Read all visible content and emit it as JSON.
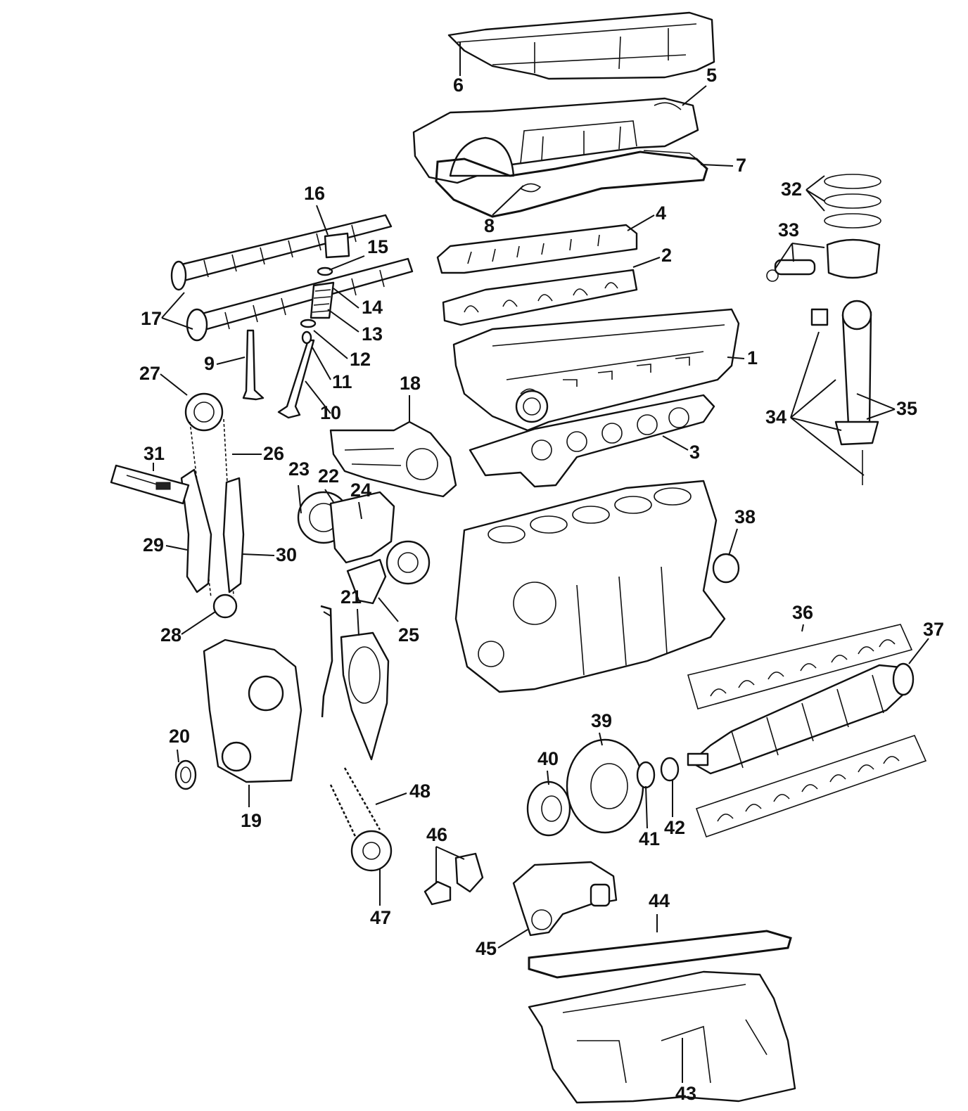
{
  "diagram": {
    "callouts": [
      {
        "n": 1,
        "label": "1"
      },
      {
        "n": 2,
        "label": "2"
      },
      {
        "n": 3,
        "label": "3"
      },
      {
        "n": 4,
        "label": "4"
      },
      {
        "n": 5,
        "label": "5"
      },
      {
        "n": 6,
        "label": "6"
      },
      {
        "n": 7,
        "label": "7"
      },
      {
        "n": 8,
        "label": "8"
      },
      {
        "n": 9,
        "label": "9"
      },
      {
        "n": 10,
        "label": "10"
      },
      {
        "n": 11,
        "label": "11"
      },
      {
        "n": 12,
        "label": "12"
      },
      {
        "n": 13,
        "label": "13"
      },
      {
        "n": 14,
        "label": "14"
      },
      {
        "n": 15,
        "label": "15"
      },
      {
        "n": 16,
        "label": "16"
      },
      {
        "n": 17,
        "label": "17"
      },
      {
        "n": 18,
        "label": "18"
      },
      {
        "n": 19,
        "label": "19"
      },
      {
        "n": 20,
        "label": "20"
      },
      {
        "n": 21,
        "label": "21"
      },
      {
        "n": 22,
        "label": "22"
      },
      {
        "n": 23,
        "label": "23"
      },
      {
        "n": 24,
        "label": "24"
      },
      {
        "n": 25,
        "label": "25"
      },
      {
        "n": 26,
        "label": "26"
      },
      {
        "n": 27,
        "label": "27"
      },
      {
        "n": 28,
        "label": "28"
      },
      {
        "n": 29,
        "label": "29"
      },
      {
        "n": 30,
        "label": "30"
      },
      {
        "n": 31,
        "label": "31"
      },
      {
        "n": 32,
        "label": "32"
      },
      {
        "n": 33,
        "label": "33"
      },
      {
        "n": 34,
        "label": "34"
      },
      {
        "n": 35,
        "label": "35"
      },
      {
        "n": 36,
        "label": "36"
      },
      {
        "n": 37,
        "label": "37"
      },
      {
        "n": 38,
        "label": "38"
      },
      {
        "n": 39,
        "label": "39"
      },
      {
        "n": 40,
        "label": "40"
      },
      {
        "n": 41,
        "label": "41"
      },
      {
        "n": 42,
        "label": "42"
      },
      {
        "n": 43,
        "label": "43"
      },
      {
        "n": 44,
        "label": "44"
      },
      {
        "n": 45,
        "label": "45"
      },
      {
        "n": 46,
        "label": "46"
      },
      {
        "n": 47,
        "label": "47"
      },
      {
        "n": 48,
        "label": "48"
      }
    ]
  }
}
